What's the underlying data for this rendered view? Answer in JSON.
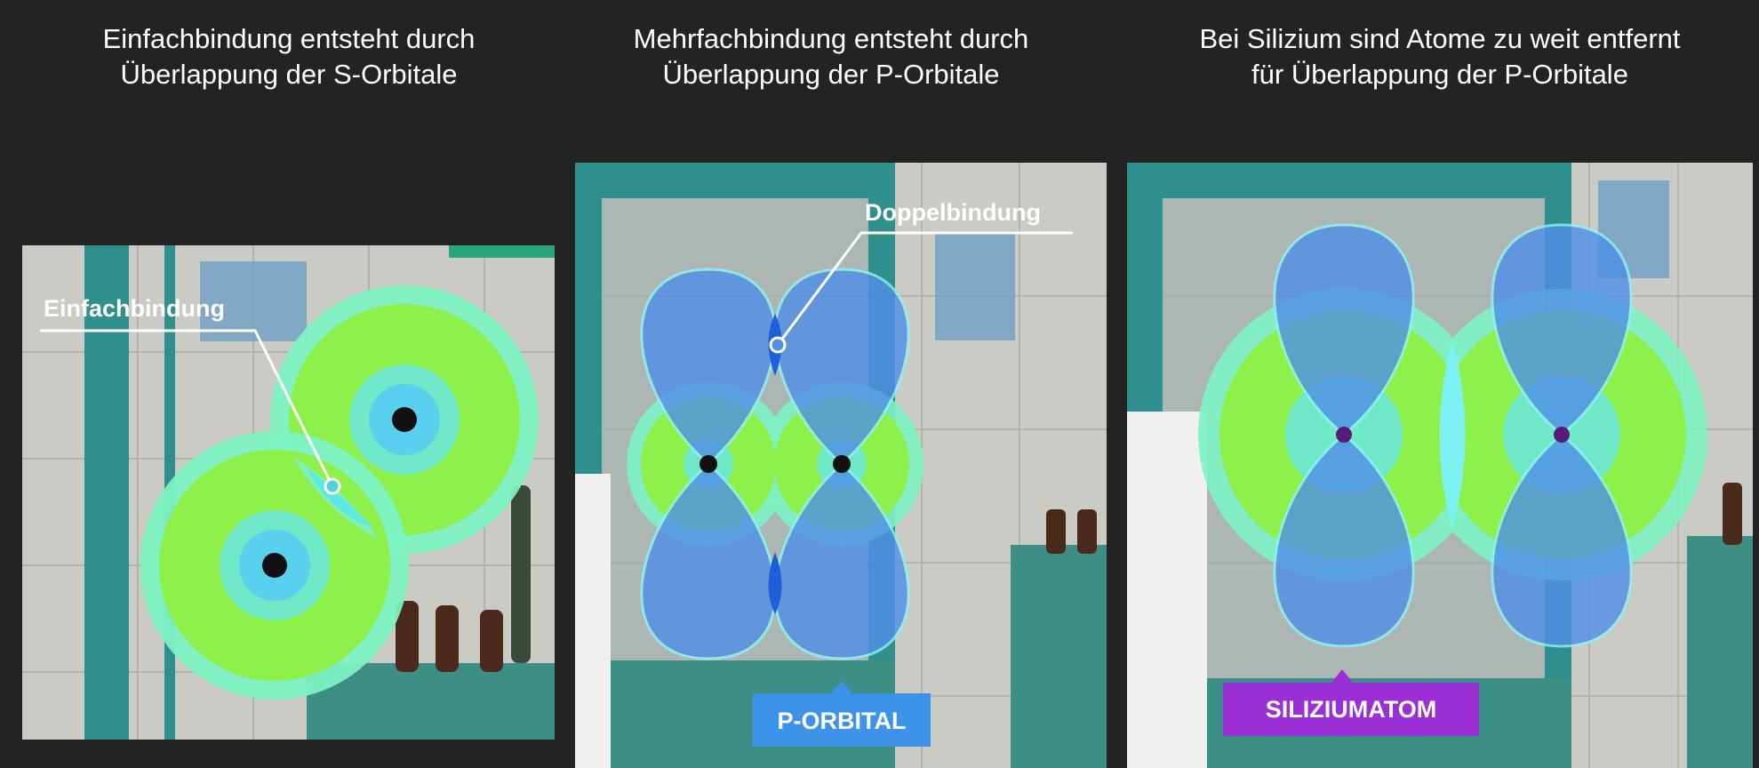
{
  "captions": [
    {
      "line1": "Einfachbindung entsteht durch",
      "line2": "Überlappung der S-Orbitale"
    },
    {
      "line1": "Mehrfachbindung entsteht durch",
      "line2": "Überlappung der P-Orbitale"
    },
    {
      "line1": "Bei Silizium sind Atome zu weit entfernt",
      "line2": "für Überlappung der P-Orbitale"
    }
  ],
  "panels": {
    "single_bond": {
      "annotation": "Einfachbindung"
    },
    "multiple_bond": {
      "annotation": "Doppelbindung",
      "badge": "P-ORBITAL"
    },
    "silicon": {
      "badge": "SILIZIUMATOM"
    }
  },
  "colors": {
    "background": "#232323",
    "orbital_outer": "#7df2c3",
    "orbital_green": "#8ef04a",
    "orbital_cyan": "#5ee8e0",
    "p_lobe": "#4f8fe8",
    "p_lobe_edge": "#8ff2f2",
    "badge_blue": "#3d93e8",
    "badge_purple": "#9b2fd6",
    "atom_purple": "#5a1a7a"
  }
}
